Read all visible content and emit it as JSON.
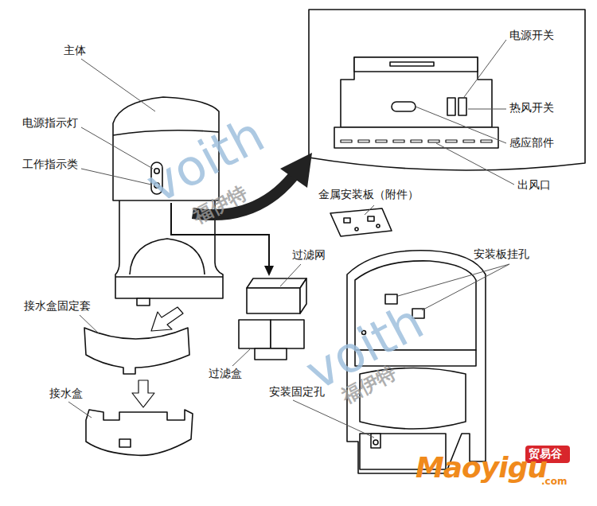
{
  "diagram": {
    "labels": [
      "主体",
      "电源指示灯",
      "工作指示类",
      "电源开关",
      "热风开关",
      "感应部件",
      "出风口",
      "金属安装板（附件）",
      "过滤网",
      "过滤盒",
      "接水盒固定套",
      "接水盒",
      "安装板挂孔",
      "安装固定孔",
      "voith",
      "福伊特",
      "voith",
      "福伊特",
      "Maoyigu",
      "贸易谷",
      ".com"
    ]
  }
}
